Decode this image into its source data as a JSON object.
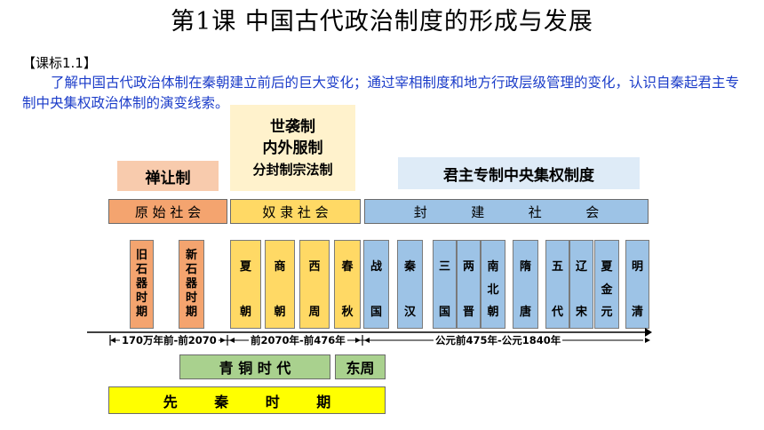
{
  "title": "第1课  中国古代政治制度的形成与发展",
  "standard_label": "【课标1.1】",
  "standard_text": "了解中国古代政治体制在秦朝建立前后的巨大变化；通过宰相制度和地方行政层级管理的变化，认识自秦起君主专制中央集权政治体制的演变线索。",
  "systems": {
    "shanrang": "禅让制",
    "shixi": "世袭制",
    "neiwai": "内外服制",
    "fenfeng": "分封制宗法制",
    "junzhu": "君主专制中央集权制度"
  },
  "societies": {
    "primitive": "原 始 社 会",
    "slave": "奴 隶 社 会",
    "feudal": [
      "封",
      "建",
      "社",
      "会"
    ]
  },
  "periods": [
    {
      "id": "old-stone",
      "chars": [
        "旧",
        "石",
        "器",
        "时",
        "期"
      ],
      "color": "orange"
    },
    {
      "id": "new-stone",
      "chars": [
        "新",
        "石",
        "器",
        "时",
        "期"
      ],
      "color": "orange"
    },
    {
      "id": "xia",
      "chars": [
        "夏",
        "朝"
      ],
      "color": "yellow"
    },
    {
      "id": "shang",
      "chars": [
        "商",
        "朝"
      ],
      "color": "yellow"
    },
    {
      "id": "xizhou",
      "chars": [
        "西",
        "周"
      ],
      "color": "yellow"
    },
    {
      "id": "chunqiu",
      "chars": [
        "春",
        "秋"
      ],
      "color": "yellow"
    },
    {
      "id": "zhanguo",
      "chars": [
        "战",
        "国"
      ],
      "color": "blue"
    },
    {
      "id": "qinhan",
      "chars": [
        "秦",
        "汉"
      ],
      "color": "blue"
    },
    {
      "id": "sanguo",
      "chars": [
        "三",
        "国"
      ],
      "color": "blue"
    },
    {
      "id": "liangjin",
      "chars": [
        "两",
        "晋"
      ],
      "color": "blue"
    },
    {
      "id": "nanbeichao",
      "chars": [
        "南",
        "北",
        "朝"
      ],
      "color": "blue"
    },
    {
      "id": "suitang",
      "chars": [
        "隋",
        "唐"
      ],
      "color": "blue"
    },
    {
      "id": "wudai",
      "chars": [
        "五",
        "代"
      ],
      "color": "blue"
    },
    {
      "id": "liaosong",
      "chars": [
        "辽",
        "宋"
      ],
      "color": "blue"
    },
    {
      "id": "xiajinyuan",
      "chars": [
        "夏",
        "金",
        "元"
      ],
      "color": "blue"
    },
    {
      "id": "mingqing",
      "chars": [
        "明",
        "清"
      ],
      "color": "blue"
    }
  ],
  "timeline": {
    "seg1": "170万年前-前2070",
    "seg2": "前2070年-前476年",
    "seg3": "公元前475年-公元1840年"
  },
  "bronze_age": "青  铜  时  代",
  "dongzhou": "东周",
  "pre_qin": [
    "先",
    "秦",
    "时",
    "期"
  ]
}
